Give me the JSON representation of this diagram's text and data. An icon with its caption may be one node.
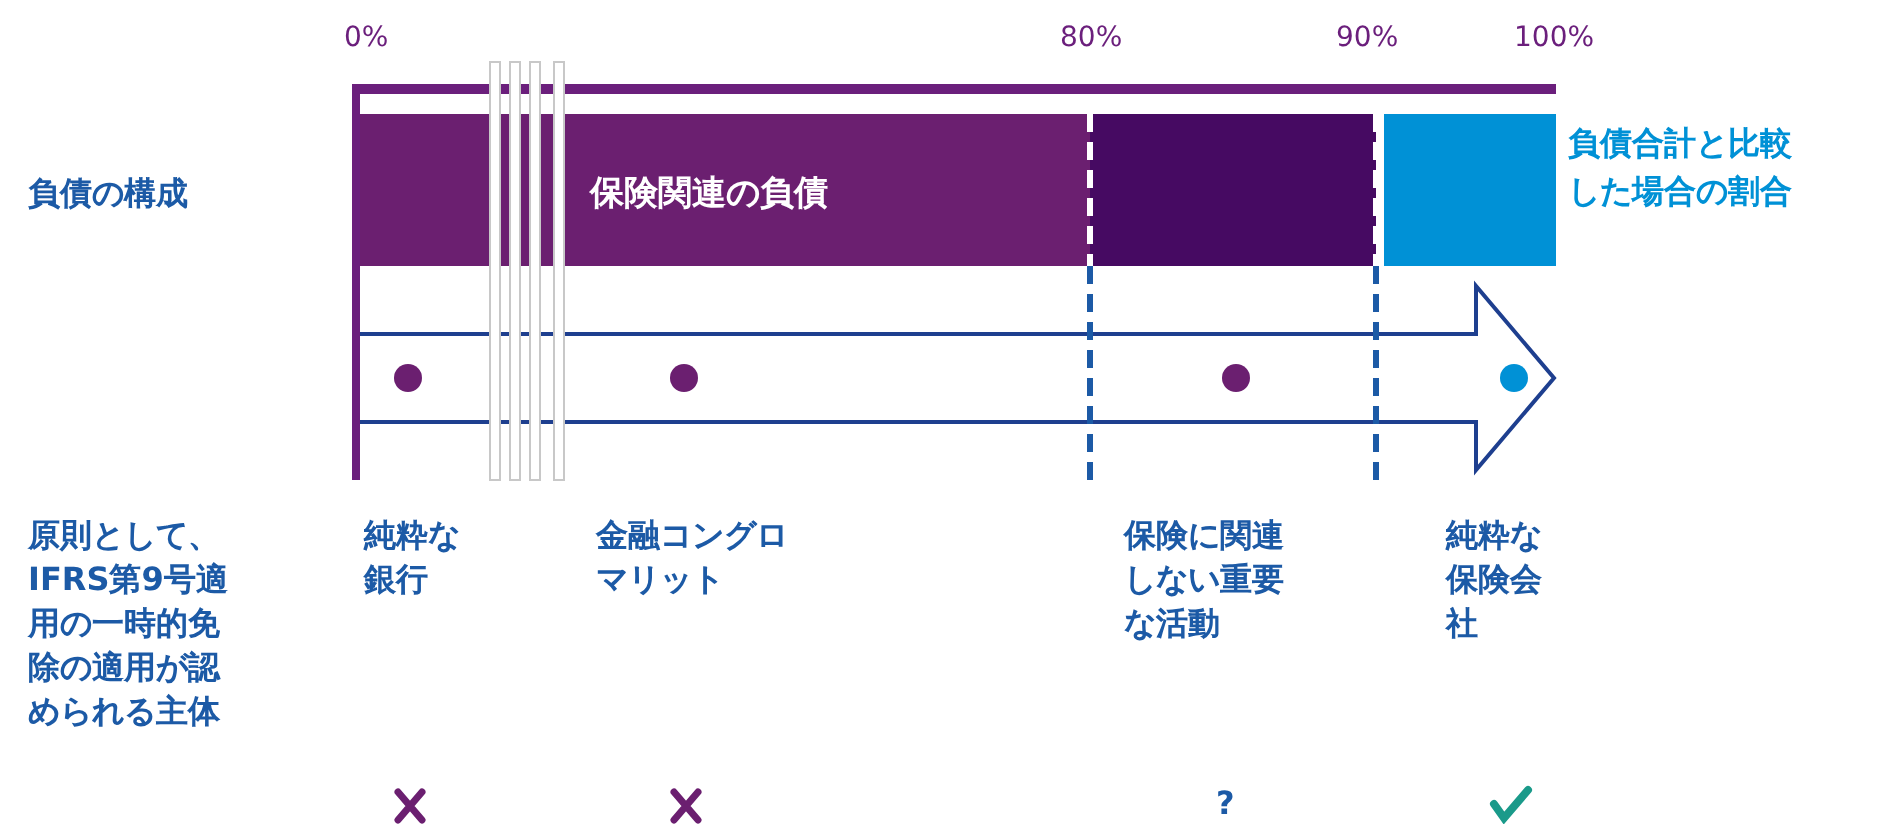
{
  "diagram": {
    "nodes": [
      {
        "text": [
          "保険関連の負債"
        ]
      },
      {
        "text": [],
        "shape": "bar"
      },
      {
        "text": [],
        "shape": "bar",
        "beside": [
          "負債合計と比較した場合の割合"
        ]
      }
    ],
    "labels": [
      "0%",
      "80%",
      "90%",
      "100%",
      "負債の構成",
      "原則として、IFRS第9号適用の一時的免除の適用が認められる主体",
      "純粋な銀行",
      "金融コングロマリット",
      "保険に関連しない重要な活動",
      "純粋な保険会社",
      "?"
    ]
  }
}
